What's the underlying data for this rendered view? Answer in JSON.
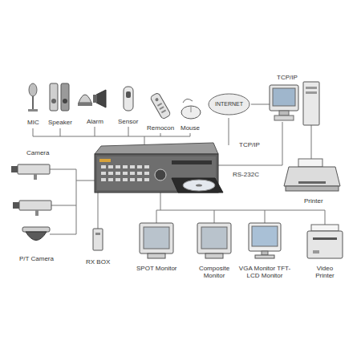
{
  "diagram": {
    "nodes": [
      {
        "text": [
          "INTERNET"
        ]
      }
    ],
    "labels": [
      "MIC",
      "Speaker",
      "Alarm",
      "Sensor",
      "Remocon",
      "Mouse",
      "TCP/IP",
      "TCP/IP",
      "Camera",
      "RS-232C",
      "Printer",
      "P/T Camera",
      "RX BOX",
      "SPOT Monitor",
      "Composite Monitor",
      "VGA Monitor TFT-LCD Monitor",
      "Video Printer"
    ]
  }
}
